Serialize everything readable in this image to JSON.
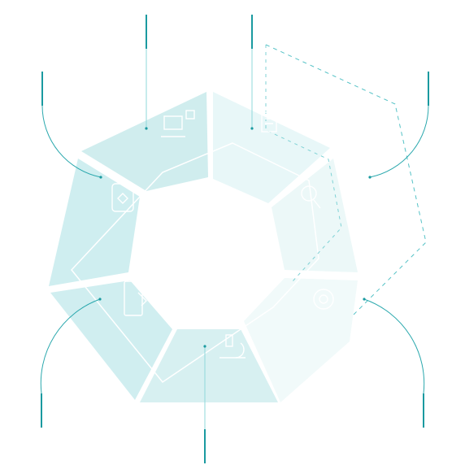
{
  "diagram": {
    "style": "heptagon-segment-infographic",
    "colors": {
      "primary": "#1a9aa0",
      "accent_line": "#2aa8ad",
      "segment_light": "#dff4f5",
      "segment_mid": "#c9ecee",
      "segment_edge": "#eaf8f8",
      "outline": "#bfe7e9"
    },
    "segments": [
      {
        "id": "seg-1",
        "icon": "laptop-icon"
      },
      {
        "id": "seg-2",
        "icon": "document-icon"
      },
      {
        "id": "seg-3",
        "icon": "search-icon"
      },
      {
        "id": "seg-4",
        "icon": "target-icon"
      },
      {
        "id": "seg-5",
        "icon": "microscope-icon"
      },
      {
        "id": "seg-6",
        "icon": "tablet-icon"
      },
      {
        "id": "seg-7",
        "icon": "heart-shield-icon"
      }
    ],
    "labels": [
      {
        "id": "callout-1",
        "text": ""
      },
      {
        "id": "callout-2",
        "text": ""
      },
      {
        "id": "callout-3",
        "text": ""
      },
      {
        "id": "callout-4",
        "text": ""
      },
      {
        "id": "callout-5",
        "text": ""
      },
      {
        "id": "callout-6",
        "text": ""
      },
      {
        "id": "callout-7",
        "text": ""
      }
    ]
  }
}
